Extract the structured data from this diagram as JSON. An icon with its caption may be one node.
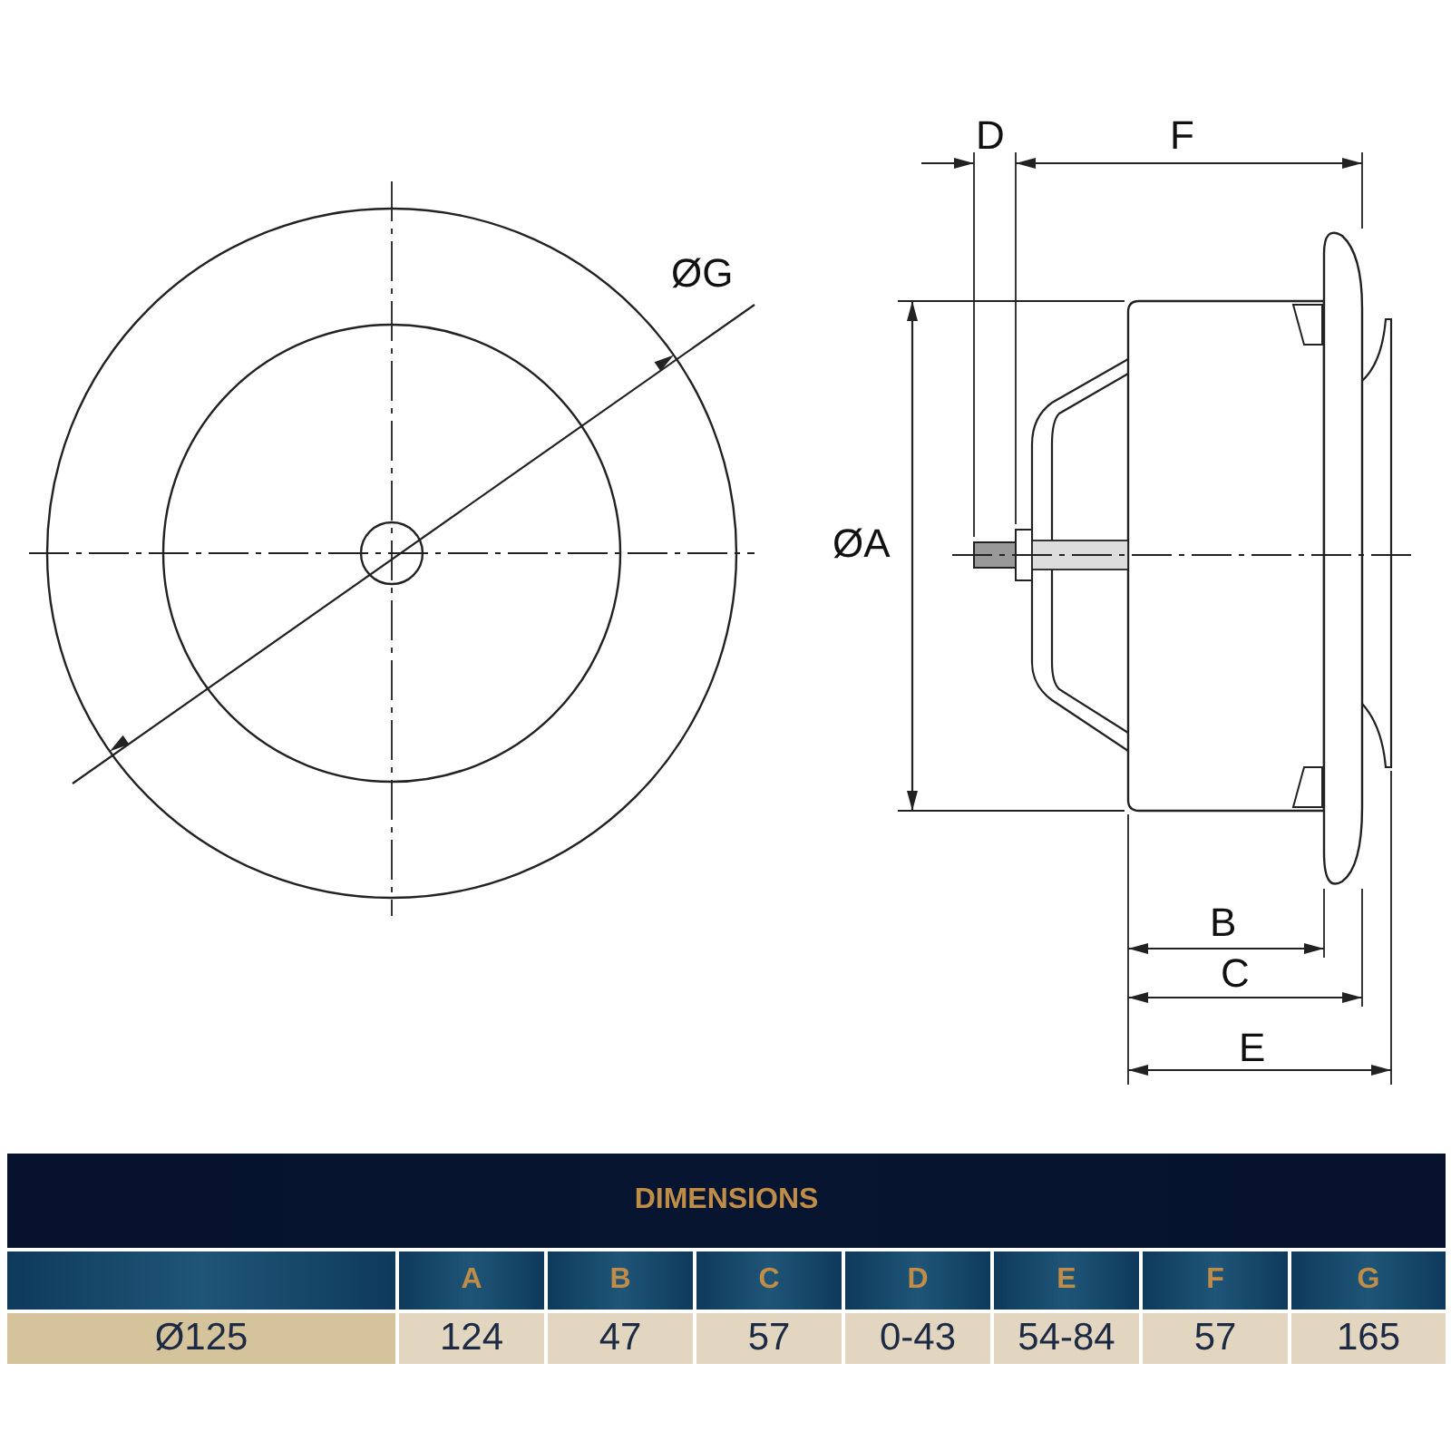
{
  "diagram": {
    "labels": [
      "ØG",
      "D",
      "F",
      "ØA",
      "B",
      "C",
      "E",
      "DIMENSIONS",
      "A",
      "B",
      "C",
      "D",
      "E",
      "F",
      "G",
      "Ø125",
      "124",
      "47",
      "57",
      "0-43",
      "54-84",
      "57",
      "165"
    ]
  }
}
